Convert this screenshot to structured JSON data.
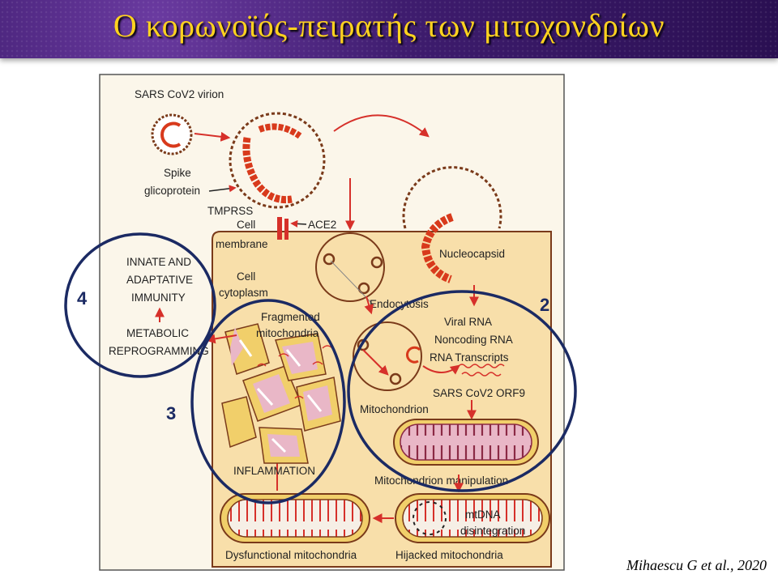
{
  "slide": {
    "title": "Ο κορωνοϊός-πειρατής των μιτοχονδρίων"
  },
  "diagram": {
    "labels": {
      "virion": "SARS CoV2 virion",
      "spike1": "Spike",
      "spike2": "glicoprotein",
      "tmprss": "TMPRSS",
      "cell": "Cell",
      "membrane": "membrane",
      "ace2": "ACE2",
      "nucleocapsid": "Nucleocapsid",
      "cytoplasm1": "Cell",
      "cytoplasm2": "cytoplasm",
      "endocytosis": "Endocytosis",
      "innate1": "INNATE AND",
      "innate2": "ADAPTATIVE",
      "innate3": "IMMUNITY",
      "metabolic1": "METABOLIC",
      "metabolic2": "REPROGRAMMING",
      "fragmented1": "Fragmented",
      "fragmented2": "mitochondria",
      "viral_rna": "Viral RNA",
      "noncoding_rna": "Noncoding RNA",
      "rna_transcripts": "RNA Transcripts",
      "orf9": "SARS CoV2 ORF9",
      "mitochondrion": "Mitochondrion",
      "inflammation": "INFLAMMATION",
      "manipulation": "Mitochondrion manipulation",
      "mtdna1": "mtDNA",
      "mtdna2": "disintegration",
      "dysfunctional": "Dysfunctional mitochondria",
      "hijacked": "Hijacked mitochondria"
    },
    "markers": {
      "m2": "2",
      "m3": "3",
      "m4": "4"
    },
    "colors": {
      "cell_fill": "#f8dfaa",
      "arrow": "#d6302a",
      "virus_red": "#d83a1c",
      "virus_brown": "#7a3a1a",
      "circle_navy": "#1b2a63",
      "mito_fill": "#f1cf6a",
      "mito_pink": "#e9b7c7"
    }
  },
  "citation": "Mihaescu G et al., 2020"
}
